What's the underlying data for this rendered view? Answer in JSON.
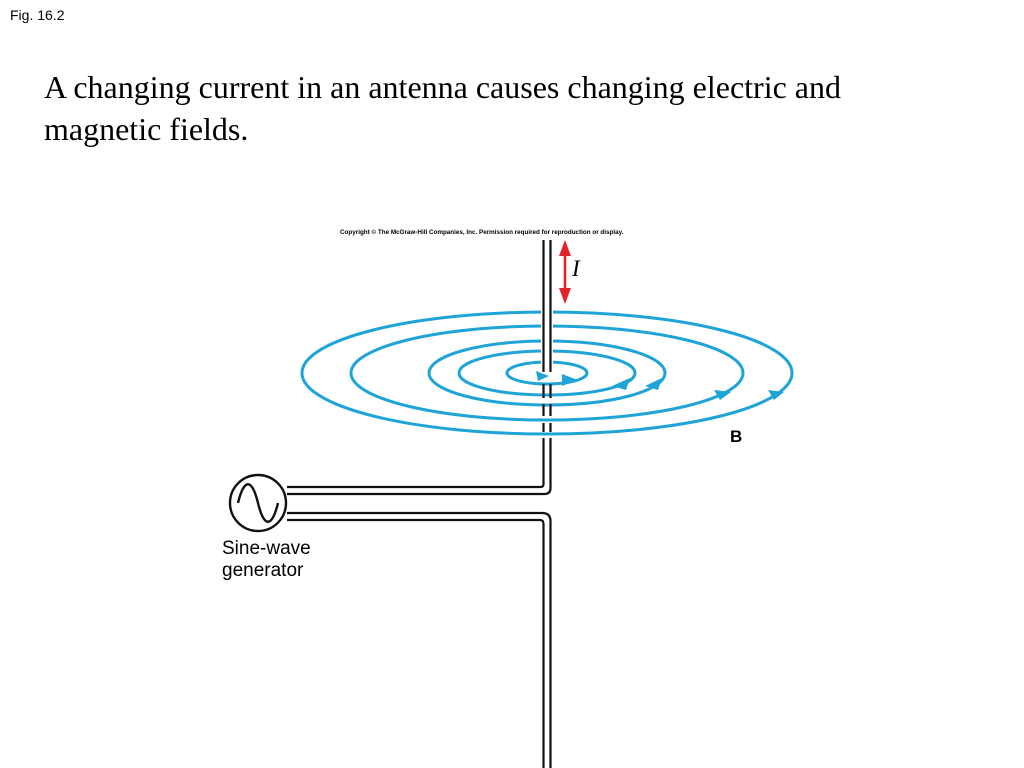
{
  "figure": {
    "label": "Fig. 16.2",
    "title": "A changing current in an antenna causes changing electric and magnetic fields.",
    "copyright": "Copyright © The McGraw-Hill Companies, Inc. Permission required for reproduction or display.",
    "current_symbol": "I",
    "field_symbol": "B",
    "generator_label": [
      "Sine-wave",
      "generator"
    ]
  },
  "colors": {
    "field_lines": "#1ea4d6",
    "current_arrow": "#e0262b",
    "wire": "#111111"
  }
}
